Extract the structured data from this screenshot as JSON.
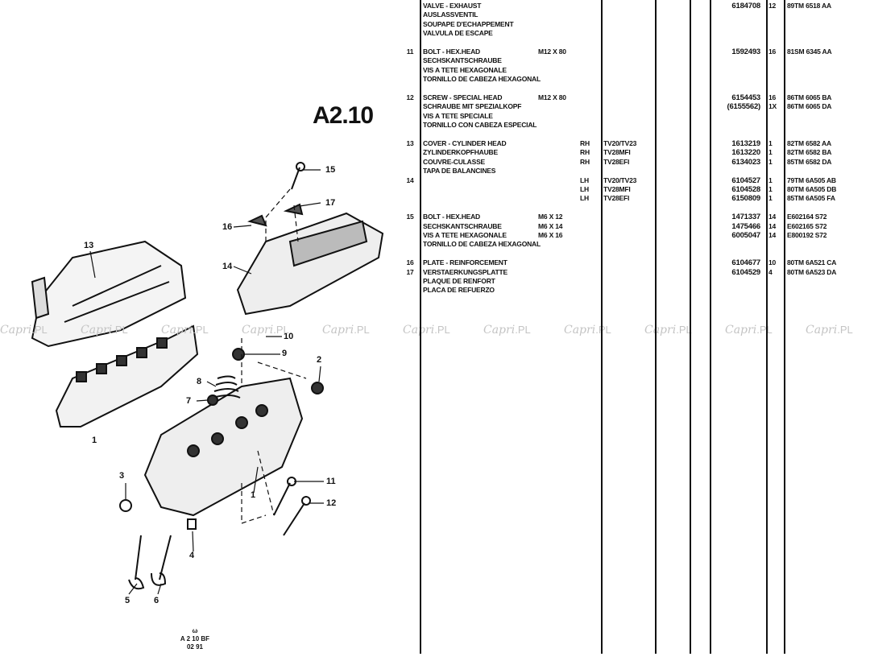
{
  "page": {
    "title": "A2.10",
    "footer": {
      "symbol": "ω",
      "ref": "A 2 10 BF",
      "date": "02 91"
    },
    "watermark": "Capri.PL"
  },
  "callouts": [
    "15",
    "17",
    "16",
    "13",
    "14",
    "10",
    "9",
    "2",
    "8",
    "7",
    "1",
    "3",
    "11",
    "12",
    "1",
    "4",
    "5",
    "6"
  ],
  "rows": [
    {
      "desc": "VALVE - EXHAUST",
      "part": "6184708",
      "qty": "12",
      "code": "89TM 6518 AA"
    },
    {
      "desc": "AUSLASSVENTIL"
    },
    {
      "desc": "SOUPAPE D'ECHAPPEMENT"
    },
    {
      "desc": "VALVULA DE ESCAPE"
    },
    {},
    {
      "no": "11",
      "desc": "BOLT - HEX.HEAD",
      "spec": "M12 X 80",
      "part": "1592493",
      "qty": "16",
      "code": "81SM 6345 AA"
    },
    {
      "desc": "SECHSKANTSCHRAUBE"
    },
    {
      "desc": "VIS A TETE HEXAGONALE"
    },
    {
      "desc": "TORNILLO DE CABEZA HEXAGONAL"
    },
    {},
    {
      "no": "12",
      "desc": "SCREW - SPECIAL HEAD",
      "spec": "M12 X 80",
      "part": "6154453",
      "qty": "16",
      "code": "86TM 6065 BA"
    },
    {
      "desc": "SCHRAUBE MIT SPEZIALKOPF",
      "part": "(6155562)",
      "qty": "1X",
      "code": "86TM 6065 DA"
    },
    {
      "desc": "VIS A TETE SPECIALE"
    },
    {
      "desc": "TORNILLO CON CABEZA ESPECIAL"
    },
    {},
    {
      "no": "13",
      "desc": "COVER - CYLINDER HEAD",
      "side": "RH",
      "model": "TV20/TV23",
      "part": "1613219",
      "qty": "1",
      "code": "82TM 6582 AA"
    },
    {
      "desc": "ZYLINDERKOPFHAUBE",
      "side": "RH",
      "model": "TV28MFI",
      "part": "1613220",
      "qty": "1",
      "code": "82TM 6582 BA"
    },
    {
      "desc": "COUVRE-CULASSE",
      "side": "RH",
      "model": "TV28EFI",
      "part": "6134023",
      "qty": "1",
      "code": "85TM 6582 DA"
    },
    {
      "desc": "TAPA DE BALANCINES"
    },
    {
      "no": "14",
      "side": "LH",
      "model": "TV20/TV23",
      "part": "6104527",
      "qty": "1",
      "code": "79TM 6A505 AB"
    },
    {
      "side": "LH",
      "model": "TV28MFI",
      "part": "6104528",
      "qty": "1",
      "code": "80TM 6A505 DB"
    },
    {
      "side": "LH",
      "model": "TV28EFI",
      "part": "6150809",
      "qty": "1",
      "code": "85TM 6A505 FA"
    },
    {},
    {
      "no": "15",
      "desc": "BOLT - HEX.HEAD",
      "spec": "M6 X 12",
      "part": "1471337",
      "qty": "14",
      "code": "E602164 S72"
    },
    {
      "desc": "SECHSKANTSCHRAUBE",
      "spec": "M6 X 14",
      "part": "1475466",
      "qty": "14",
      "code": "E602165 S72"
    },
    {
      "desc": "VIS A TETE HEXAGONALE",
      "spec": "M6 X 16",
      "part": "6005047",
      "qty": "14",
      "code": "E800192 S72"
    },
    {
      "desc": "TORNILLO DE CABEZA HEXAGONAL"
    },
    {},
    {
      "no": "16",
      "desc": "PLATE - REINFORCEMENT",
      "part": "6104677",
      "qty": "10",
      "code": "80TM 6A521 CA"
    },
    {
      "no": "17",
      "desc": "VERSTAERKUNGSPLATTE",
      "part": "6104529",
      "qty": "4",
      "code": "80TM 6A523 DA"
    },
    {
      "desc": "PLAQUE DE RENFORT"
    },
    {
      "desc": "PLACA DE REFUERZO"
    }
  ]
}
